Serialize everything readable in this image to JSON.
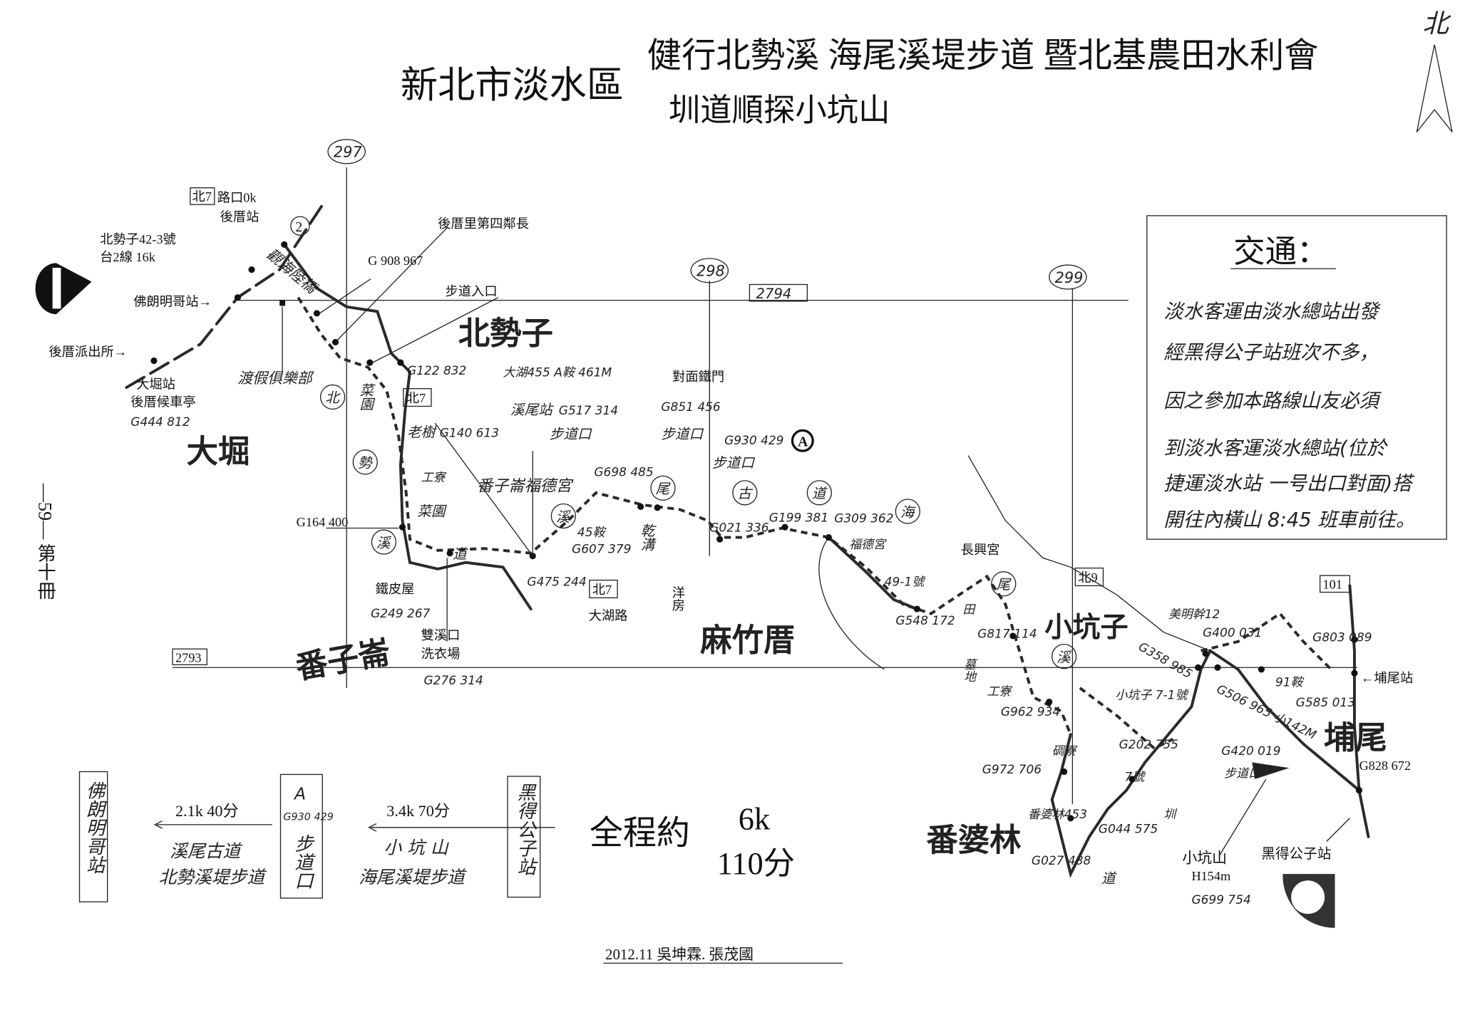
{
  "title": {
    "region": "新北市淡水區",
    "line1": "健行北勢溪 海尾溪堤步道 暨北基農田水利會",
    "line2": "圳道順探小坑山"
  },
  "north_label": "北",
  "grid": {
    "v297": "297",
    "v298": "298",
    "v299": "299",
    "h2794": "2794",
    "h2793": "2793"
  },
  "page_marker": "—59— 第十冊",
  "transport": {
    "heading": "交通：",
    "lines": [
      "淡水客運由淡水總站出發",
      "經黑得公子站班次不多，",
      "因之參加本路線山友必須",
      "到淡水客運淡水總站(位於",
      "捷運淡水站 一号出口對面)搭",
      "開往內橫山 8:45 班車前往。"
    ]
  },
  "map_labels": {
    "bei7_box": "北7",
    "intersection": "路口0k",
    "houcuo_station": "後厝站",
    "address": "北勢子42-3號",
    "route2": "台2線 16k",
    "circle2": "2",
    "flamingo_station": "佛朗明哥站→",
    "police": "後厝派出所→",
    "dakun_station": "大堀站",
    "houcuo_shelter": "後厝候車亭",
    "g444": "G444 812",
    "dakun": "大堀",
    "neighbor_chief": "後厝里第四鄰長",
    "trail_entry": "步道入口",
    "g908": "G 908 967",
    "viewing_bridge": "觀海陸橋",
    "resort_club": "渡假俱樂部",
    "beishizi": "北勢子",
    "g122": "G122 832",
    "dahu": "大湖455 A鞍 461M",
    "xiwei_station": "溪尾站",
    "g517": "G517 314",
    "trailhead1": "步道口",
    "bei7_box2": "北7",
    "old_tree": "老樹",
    "g140": "G140 613",
    "temple1": "番子崙福德宮",
    "shed1": "工寮",
    "garden1": "菜園",
    "garden_top": "菜園",
    "g164": "G164 400",
    "tin_house": "鐵皮屋",
    "g249": "G249 267",
    "shuangxikou": "雙溪口",
    "laundry": "洗衣場",
    "g276": "G276 314",
    "fanzilun": "番子崙",
    "g475": "G475 244",
    "bei7_box3": "北7",
    "dahu_road": "大湖路",
    "saddle45": "45鞍",
    "g607": "G607 379",
    "g698": "G698 485",
    "dry_ditch": "乾溝",
    "iron_gate": "對面鐵門",
    "g851": "G851 456",
    "trailhead2": "步道口",
    "g930": "G930 429",
    "point_a": "A",
    "trailhead3": "步道口",
    "western_house": "洋房",
    "g021": "G021 336",
    "mazhucuo": "麻竹厝",
    "g199": "G199 381",
    "g309": "G309 362",
    "temple2": "福德宮",
    "changxing": "長興宮",
    "no49": "49-1號",
    "g548": "G548 172",
    "g817": "G817 114",
    "xiaokengzi": "小坑子",
    "field": "田",
    "grave": "墓地",
    "shed2": "工寮",
    "g962": "G962 934",
    "g972": "G972 706",
    "bunker": "碉寮",
    "fanpolin453": "番婆林453",
    "fanpolin": "番婆林",
    "g027": "G027 488",
    "g044": "G044 575",
    "road_char": "道",
    "g202": "G202 755",
    "no7": "7號",
    "canal": "圳",
    "xkz71": "小坑子 7-1號",
    "bei9_box": "北9",
    "meiming": "美明幹12",
    "g358": "G358 985",
    "g400": "G400 031",
    "g506": "G506 965 小142M",
    "saddle91": "91鞍",
    "g585": "G585 013",
    "g420": "G420 019",
    "trailhead4": "步道口",
    "puwei": "埔尾",
    "box101": "101",
    "g803": "G803 089",
    "puwei_station": "←埔尾站",
    "g828": "G828 672",
    "xiaokengshan": "小坑山",
    "h154": "H154m",
    "g699": "G699 754",
    "heide_station": "黑得公子站"
  },
  "circled": {
    "bei": "北",
    "shi": "勢",
    "xi1": "溪",
    "xi2": "溪",
    "wei1": "尾",
    "gu": "古",
    "dao": "道",
    "hai": "海",
    "wei2": "尾",
    "xi3": "溪"
  },
  "route_summary": {
    "start": "佛朗明哥站",
    "leg1_dist": "2.1k 40分",
    "leg1_name1": "溪尾古道",
    "leg1_name2": "北勢溪堤步道",
    "mid_a": "A",
    "mid_g": "G930 429",
    "mid_name": "步道口",
    "leg2_dist": "3.4k 70分",
    "leg2_name1": "小 坑 山",
    "leg2_name2": "海尾溪堤步道",
    "end": "黑得公子站",
    "total_label": "全程約",
    "total_dist": "6k",
    "total_time": "110分"
  },
  "footer": "2012.11 吳坤霖. 張茂國"
}
